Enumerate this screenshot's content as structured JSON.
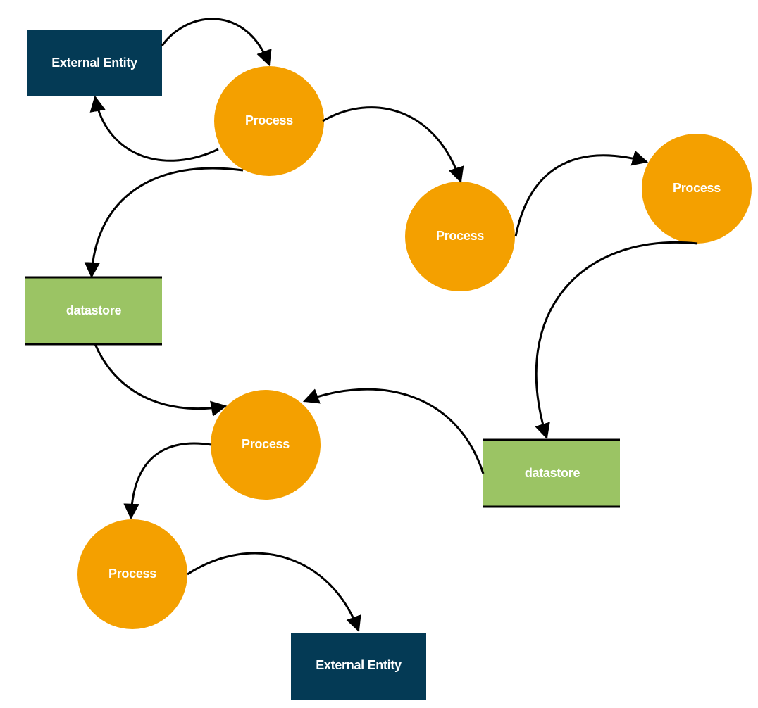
{
  "colors": {
    "external_entity": "#043a55",
    "process": "#f4a000",
    "datastore": "#9bc464",
    "edge": "#000000",
    "label": "#ffffff"
  },
  "nodes": {
    "entity_top": {
      "label": "External Entity",
      "kind": "external-entity"
    },
    "process_a": {
      "label": "Process",
      "kind": "process"
    },
    "process_b": {
      "label": "Process",
      "kind": "process"
    },
    "process_c": {
      "label": "Process",
      "kind": "process"
    },
    "datastore_left": {
      "label": "datastore",
      "kind": "datastore"
    },
    "process_d": {
      "label": "Process",
      "kind": "process"
    },
    "datastore_right": {
      "label": "datastore",
      "kind": "datastore"
    },
    "process_e": {
      "label": "Process",
      "kind": "process"
    },
    "entity_bottom": {
      "label": "External Entity",
      "kind": "external-entity"
    }
  },
  "edges": [
    {
      "from": "entity_top",
      "to": "process_a"
    },
    {
      "from": "process_a",
      "to": "entity_top"
    },
    {
      "from": "process_a",
      "to": "process_b"
    },
    {
      "from": "process_a",
      "to": "datastore_left"
    },
    {
      "from": "process_b",
      "to": "process_c"
    },
    {
      "from": "process_c",
      "to": "datastore_right"
    },
    {
      "from": "datastore_left",
      "to": "process_d"
    },
    {
      "from": "datastore_right",
      "to": "process_d"
    },
    {
      "from": "process_d",
      "to": "process_e"
    },
    {
      "from": "process_e",
      "to": "entity_bottom"
    }
  ]
}
